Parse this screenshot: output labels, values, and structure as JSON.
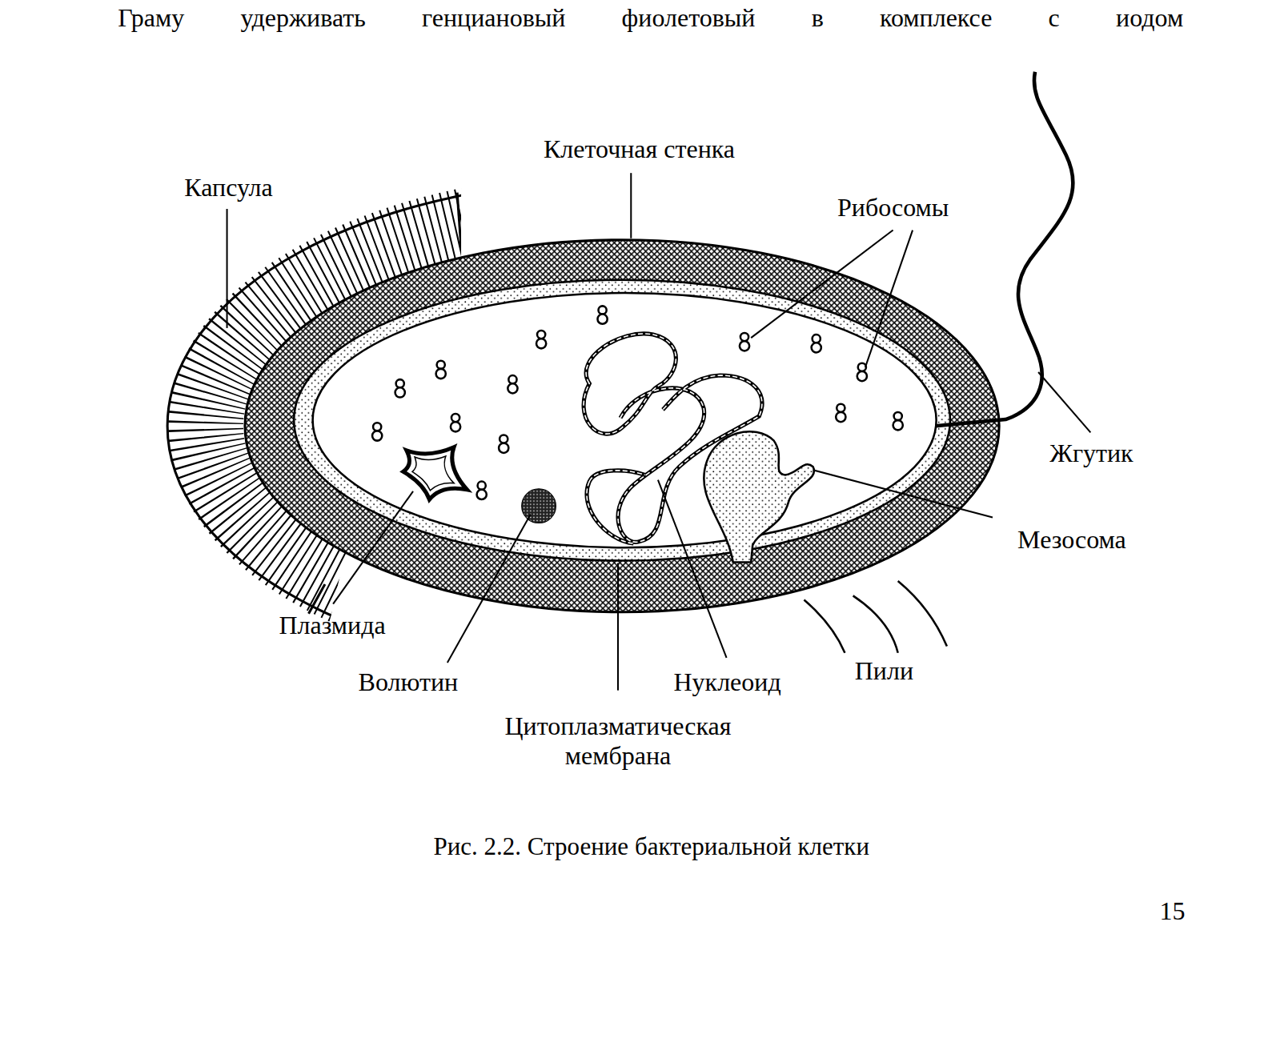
{
  "diagram": {
    "caption": "Рис. 2.2. Строение бактериальной клетки",
    "labels": [
      "Граму удерживать генциановый фиолетовый в комплексе с иодом",
      "Клеточная стенка",
      "Капсула",
      "Рибосомы",
      "Жгутик",
      "Мезосома",
      "Плазмида",
      "Волютин",
      "Нуклеоид",
      "Пили",
      "Цитоплазматическая мембрана",
      "15"
    ]
  }
}
